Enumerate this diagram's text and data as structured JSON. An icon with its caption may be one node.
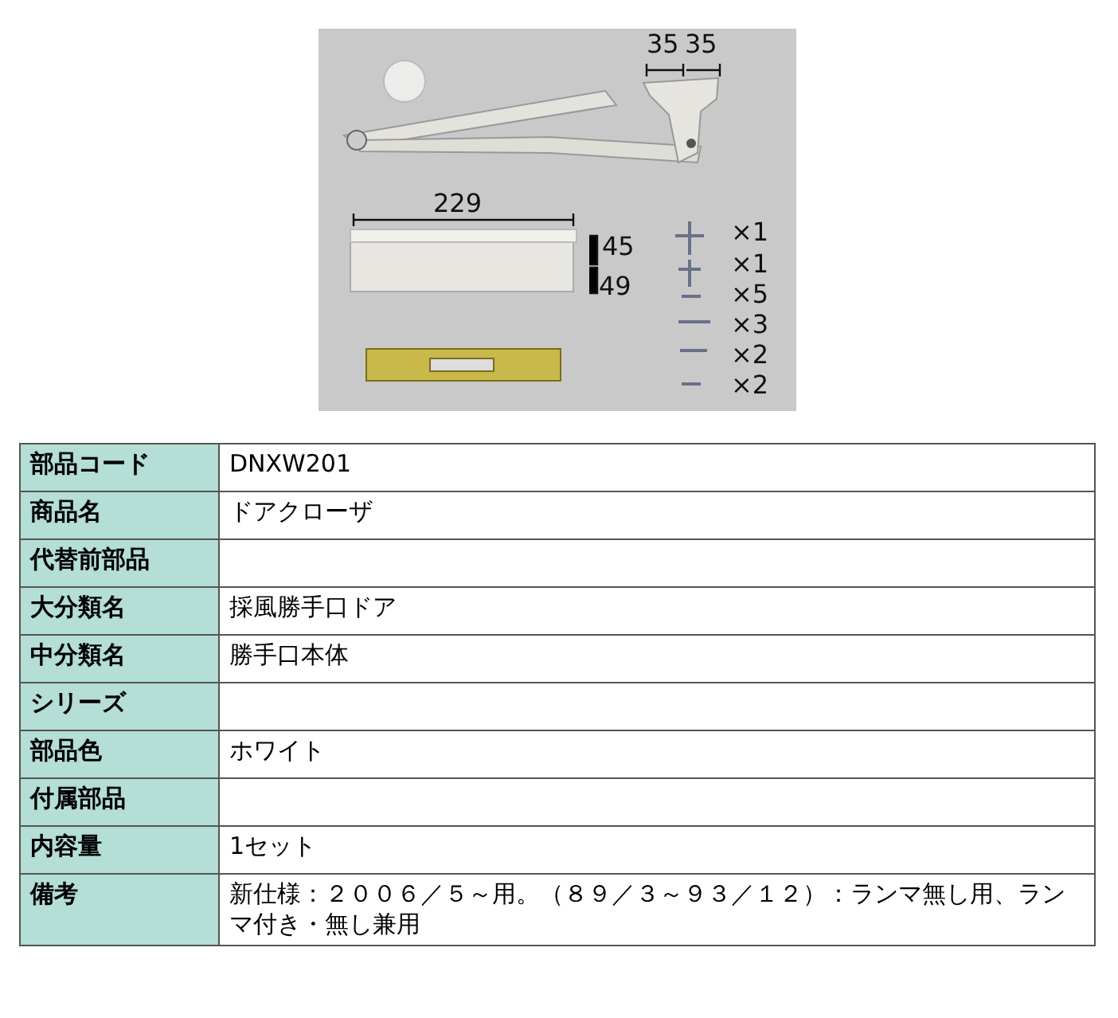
{
  "diagram": {
    "labels": [
      "35",
      "35",
      "229",
      "45",
      "49",
      "×1",
      "×1",
      "×5",
      "×3",
      "×2",
      "×2",
      "部品コード",
      "DNXW201",
      "商品名",
      "ドアクローザ",
      "代替前部品",
      "大分類名",
      "採風勝手口ドア",
      "中分類名",
      "勝手口本体",
      "シリーズ",
      "部品色",
      "ホワイト",
      "付属部品",
      "内容量",
      "1セット",
      "備考",
      "新仕様：２００６／５～用。（８９／３～９３／１２）：ランマ無し用、ランマ付き・無し兼用"
    ]
  }
}
